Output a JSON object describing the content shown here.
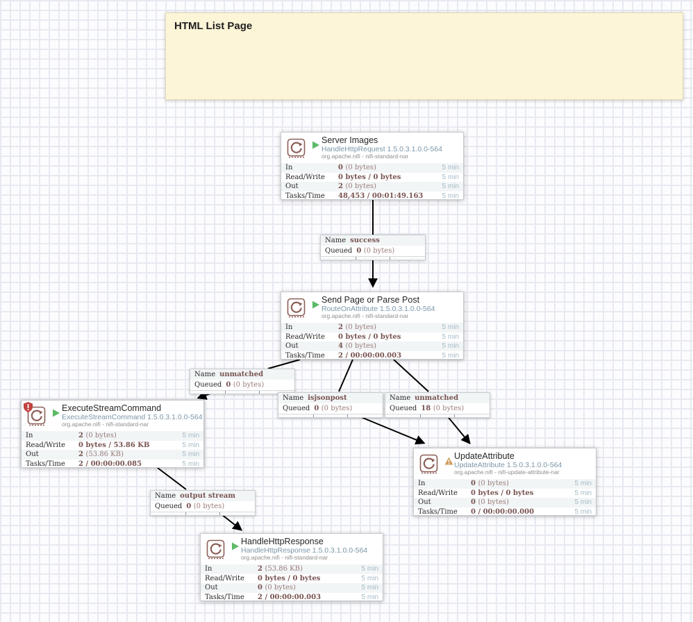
{
  "label": {
    "title": "HTML List Page"
  },
  "processors": [
    {
      "name": "Server Images",
      "type": "HandleHttpRequest 1.5.0.3.1.0.0-564",
      "bundle": "org.apache.nifi - nifi-standard-nar",
      "stats": [
        {
          "label": "In",
          "value_bold": "0",
          "value_rest": "(0 bytes)",
          "window": "5 min"
        },
        {
          "label": "Read/Write",
          "value_bold": "0 bytes / 0 bytes",
          "value_rest": "",
          "window": "5 min"
        },
        {
          "label": "Out",
          "value_bold": "2",
          "value_rest": "(0 bytes)",
          "window": "5 min"
        },
        {
          "label": "Tasks/Time",
          "value_bold": "48,453 / 00:01:49.163",
          "value_rest": "",
          "window": "5 min"
        }
      ]
    },
    {
      "name": "Send Page or Parse Post",
      "type": "RouteOnAttribute 1.5.0.3.1.0.0-564",
      "bundle": "org.apache.nifi - nifi-standard-nar",
      "stats": [
        {
          "label": "In",
          "value_bold": "2",
          "value_rest": "(0 bytes)",
          "window": "5 min"
        },
        {
          "label": "Read/Write",
          "value_bold": "0 bytes / 0 bytes",
          "value_rest": "",
          "window": "5 min"
        },
        {
          "label": "Out",
          "value_bold": "4",
          "value_rest": "(0 bytes)",
          "window": "5 min"
        },
        {
          "label": "Tasks/Time",
          "value_bold": "2 / 00:00:00.003",
          "value_rest": "",
          "window": "5 min"
        }
      ]
    },
    {
      "name": "ExecuteStreamCommand",
      "type": "ExecuteStreamCommand 1.5.0.3.1.0.0-564",
      "bundle": "org.apache.nifi - nifi-standard-nar",
      "stats": [
        {
          "label": "In",
          "value_bold": "2",
          "value_rest": "(0 bytes)",
          "window": "5 min"
        },
        {
          "label": "Read/Write",
          "value_bold": "0 bytes / 53.86 KB",
          "value_rest": "",
          "window": "5 min"
        },
        {
          "label": "Out",
          "value_bold": "2",
          "value_rest": "(53.86 KB)",
          "window": "5 min"
        },
        {
          "label": "Tasks/Time",
          "value_bold": "2 / 00:00:00.085",
          "value_rest": "",
          "window": "5 min"
        }
      ]
    },
    {
      "name": "UpdateAttribute",
      "type": "UpdateAttribute 1.5.0.3.1.0.0-564",
      "bundle": "org.apache.nifi - nifi-update-attribute-nar",
      "stats": [
        {
          "label": "In",
          "value_bold": "0",
          "value_rest": "(0 bytes)",
          "window": "5 min"
        },
        {
          "label": "Read/Write",
          "value_bold": "0 bytes / 0 bytes",
          "value_rest": "",
          "window": "5 min"
        },
        {
          "label": "Out",
          "value_bold": "0",
          "value_rest": "(0 bytes)",
          "window": "5 min"
        },
        {
          "label": "Tasks/Time",
          "value_bold": "0 / 00:00:00.000",
          "value_rest": "",
          "window": "5 min"
        }
      ]
    },
    {
      "name": "HandleHttpResponse",
      "type": "HandleHttpResponse 1.5.0.3.1.0.0-564",
      "bundle": "org.apache.nifi - nifi-standard-nar",
      "stats": [
        {
          "label": "In",
          "value_bold": "2",
          "value_rest": "(53.86 KB)",
          "window": "5 min"
        },
        {
          "label": "Read/Write",
          "value_bold": "0 bytes / 0 bytes",
          "value_rest": "",
          "window": "5 min"
        },
        {
          "label": "Out",
          "value_bold": "0",
          "value_rest": "(0 bytes)",
          "window": "5 min"
        },
        {
          "label": "Tasks/Time",
          "value_bold": "2 / 00:00:00.003",
          "value_rest": "",
          "window": "5 min"
        }
      ]
    }
  ],
  "connections": [
    {
      "name_key": "Name",
      "name_value": "success",
      "queued_key": "Queued",
      "queued_bold": "0",
      "queued_rest": "(0 bytes)"
    },
    {
      "name_key": "Name",
      "name_value": "unmatched",
      "queued_key": "Queued",
      "queued_bold": "0",
      "queued_rest": "(0 bytes)"
    },
    {
      "name_key": "Name",
      "name_value": "isjsonpost",
      "queued_key": "Queued",
      "queued_bold": "0",
      "queued_rest": "(0 bytes)"
    },
    {
      "name_key": "Name",
      "name_value": "unmatched",
      "queued_key": "Queued",
      "queued_bold": "18",
      "queued_rest": "(0 bytes)"
    },
    {
      "name_key": "Name",
      "name_value": "output stream",
      "queued_key": "Queued",
      "queued_bold": "0",
      "queued_rest": "(0 bytes)"
    }
  ],
  "colors": {
    "accent_maroon": "#775351",
    "type_blue": "#7a96a8",
    "running_green": "#5dba68",
    "warning_amber": "#cf9f5d",
    "restricted_red": "#c04340",
    "label_yellow": "#fdf5d8"
  }
}
